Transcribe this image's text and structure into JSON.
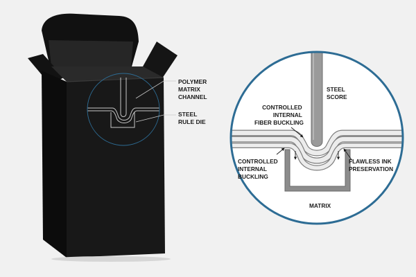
{
  "colors": {
    "background": "#f1f1f1",
    "box_front": "#171717",
    "box_side": "#0c0c0c",
    "box_inner": "#2c2c2c",
    "callout_blue": "#2d6c94",
    "steel_gray": "#9a9a9a",
    "matrix_gray": "#8c8c8c",
    "board_fill": "#e9e9e9",
    "label_text": "#1b1b1b"
  },
  "left_callout": {
    "labels": [
      {
        "id": "polymer",
        "lines": [
          "POLYMER",
          "MATRIX",
          "CHANNEL"
        ]
      },
      {
        "id": "rule-die",
        "lines": [
          "STEEL",
          "RULE DIE"
        ]
      }
    ]
  },
  "detail": {
    "labels": [
      {
        "id": "steel-score",
        "lines": [
          "STEEL",
          "SCORE"
        ]
      },
      {
        "id": "fiber-buckling",
        "lines": [
          "CONTROLLED",
          "INTERNAL",
          "FIBER BUCKLING"
        ]
      },
      {
        "id": "internal-buckling",
        "lines": [
          "CONTROLLED",
          "INTERNAL",
          "BUCKLING"
        ]
      },
      {
        "id": "ink-preservation",
        "lines": [
          "FLAWLESS INK",
          "PRESERVATION"
        ]
      },
      {
        "id": "matrix",
        "lines": [
          "MATRIX"
        ]
      }
    ]
  }
}
